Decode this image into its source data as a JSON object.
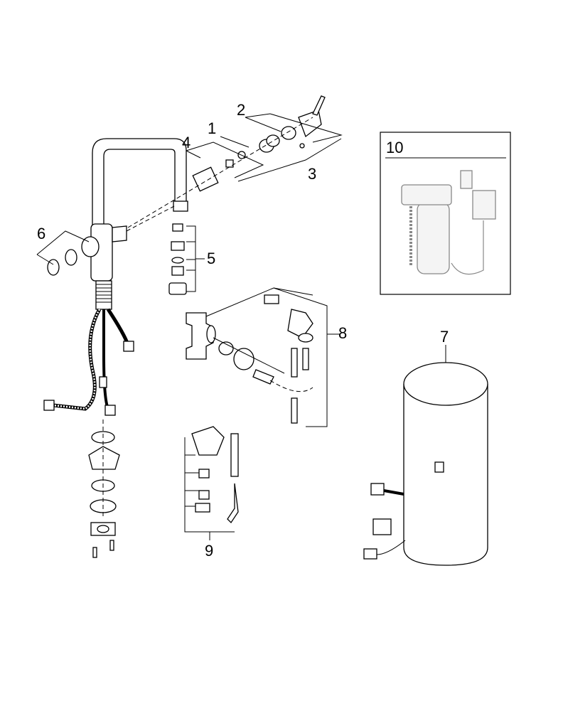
{
  "diagram": {
    "type": "exploded-parts-view",
    "callouts": [
      "1",
      "2",
      "3",
      "4",
      "5",
      "6",
      "7",
      "8",
      "9",
      "10"
    ],
    "inset_label": "10"
  }
}
